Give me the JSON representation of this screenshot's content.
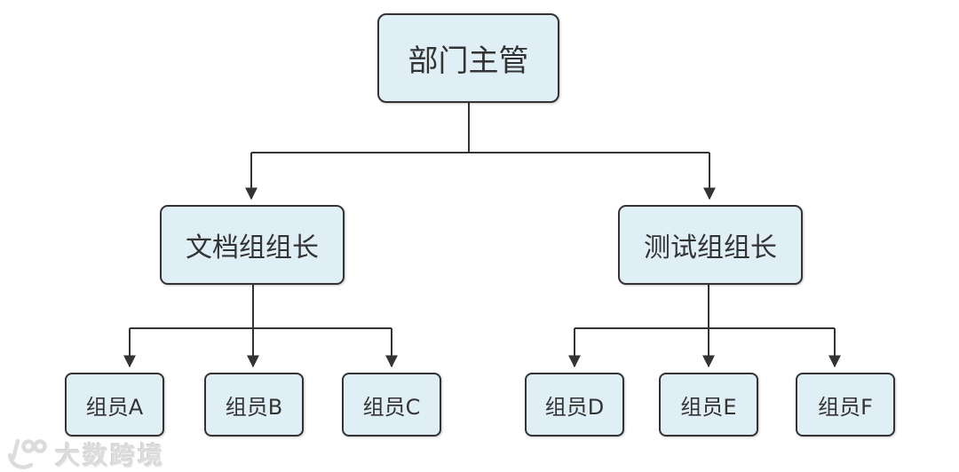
{
  "diagram": {
    "type": "org-chart-flowchart",
    "nodes": {
      "root": {
        "label": "部门主管",
        "level": 1
      },
      "doc_lead": {
        "label": "文档组组长",
        "level": 2
      },
      "test_lead": {
        "label": "测试组组长",
        "level": 2
      },
      "member_a": {
        "label": "组员A",
        "level": 3
      },
      "member_b": {
        "label": "组员B",
        "level": 3
      },
      "member_c": {
        "label": "组员C",
        "level": 3
      },
      "member_d": {
        "label": "组员D",
        "level": 3
      },
      "member_e": {
        "label": "组员E",
        "level": 3
      },
      "member_f": {
        "label": "组员F",
        "level": 3
      }
    },
    "edges": [
      {
        "from": "部门主管",
        "to": "文档组组长"
      },
      {
        "from": "部门主管",
        "to": "测试组组长"
      },
      {
        "from": "文档组组长",
        "to": "组员A"
      },
      {
        "from": "文档组组长",
        "to": "组员B"
      },
      {
        "from": "文档组组长",
        "to": "组员C"
      },
      {
        "from": "测试组组长",
        "to": "组员D"
      },
      {
        "from": "测试组组长",
        "to": "组员E"
      },
      {
        "from": "测试组组长",
        "to": "组员F"
      }
    ],
    "colors": {
      "node_fill": "#e0eef6",
      "node_border": "#333333",
      "node_text": "#333333",
      "connector": "#333333",
      "background": "#ffffff",
      "watermark": "#dcdcdc"
    }
  },
  "watermark": {
    "brand_text": "大数跨境",
    "logo": "100-smile-logo"
  }
}
